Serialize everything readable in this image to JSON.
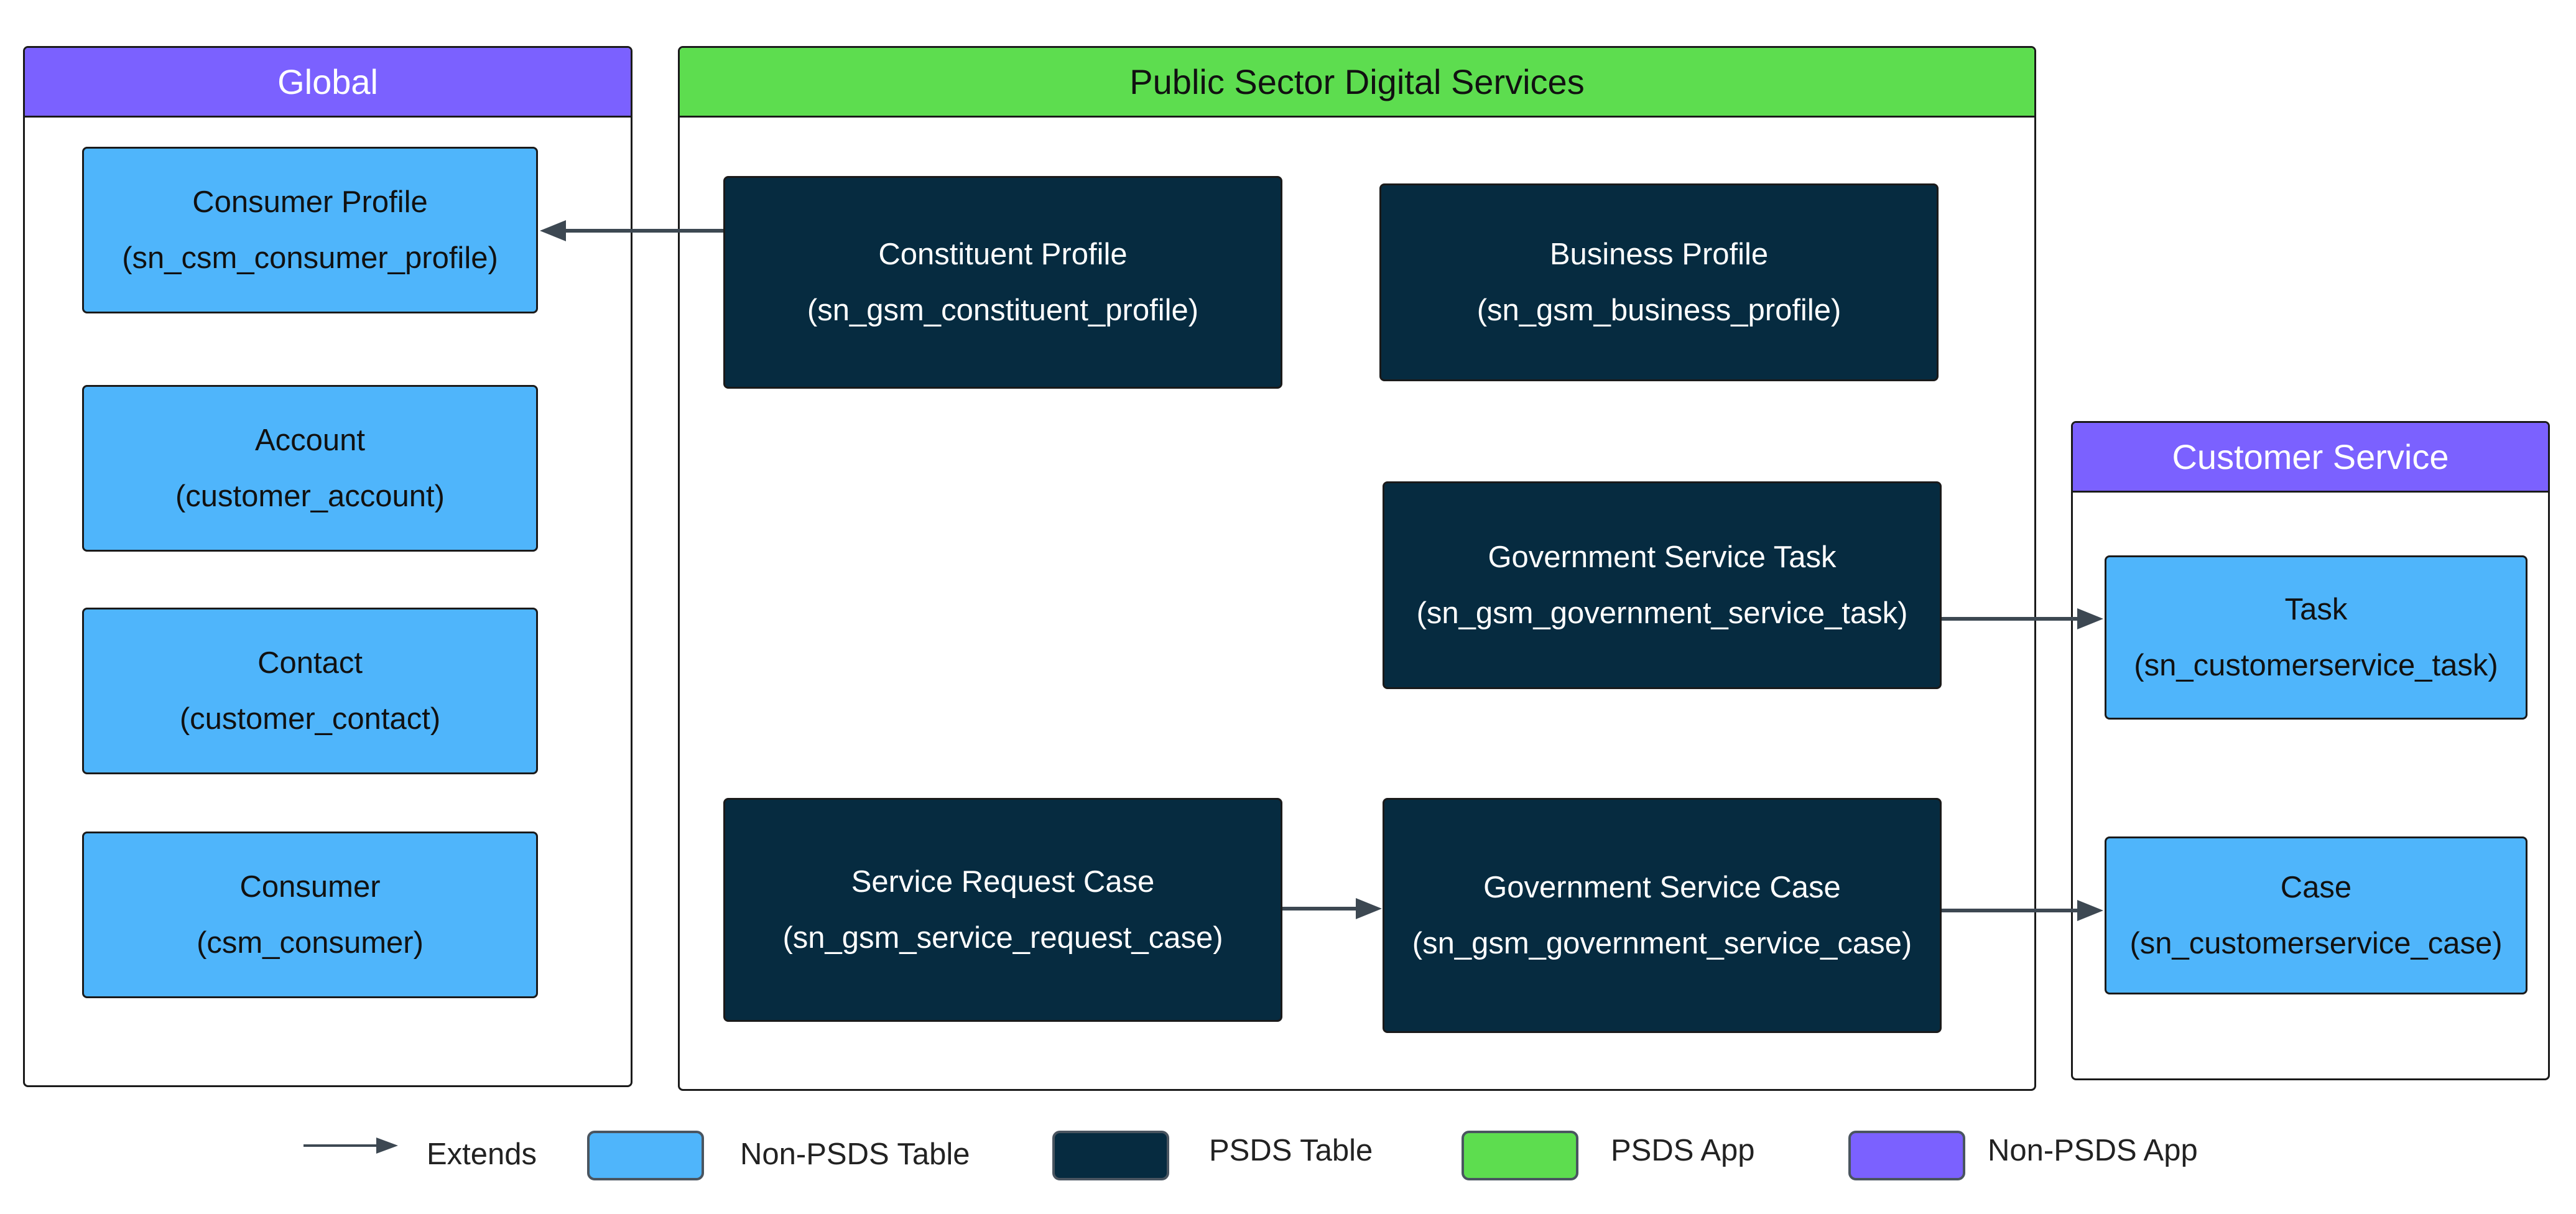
{
  "containers": {
    "global": {
      "title": "Global"
    },
    "psds": {
      "title": "Public Sector Digital Services"
    },
    "customer_service": {
      "title": "Customer Service"
    }
  },
  "global_tables": {
    "consumer_profile": {
      "name": "Consumer Profile",
      "table": "(sn_csm_consumer_profile)"
    },
    "account": {
      "name": "Account",
      "table": "(customer_account)"
    },
    "contact": {
      "name": "Contact",
      "table": "(customer_contact)"
    },
    "consumer": {
      "name": "Consumer",
      "table": "(csm_consumer)"
    }
  },
  "psds_tables": {
    "constituent_profile": {
      "name": "Constituent Profile",
      "table": "(sn_gsm_constituent_profile)"
    },
    "business_profile": {
      "name": "Business Profile",
      "table": "(sn_gsm_business_profile)"
    },
    "government_service_task": {
      "name": "Government Service Task",
      "table": "(sn_gsm_government_service_task)"
    },
    "service_request_case": {
      "name": "Service Request Case",
      "table": "(sn_gsm_service_request_case)"
    },
    "government_service_case": {
      "name": "Government Service Case",
      "table": "(sn_gsm_government_service_case)"
    }
  },
  "customer_service_tables": {
    "task": {
      "name": "Task",
      "table": "(sn_customerservice_task)"
    },
    "case": {
      "name": "Case",
      "table": "(sn_customerservice_case)"
    }
  },
  "legend": {
    "extends": "Extends",
    "non_psds_table": "Non-PSDS Table",
    "psds_table": "PSDS Table",
    "psds_app": "PSDS App",
    "non_psds_app": "Non-PSDS App"
  },
  "colors": {
    "non_psds_table": "#4fb5fb",
    "psds_table": "#062b40",
    "psds_app": "#5ddd4f",
    "non_psds_app": "#7b61ff",
    "arrow": "#3d4852"
  },
  "relationships": [
    {
      "from": "Constituent Profile",
      "to": "Consumer Profile",
      "label": "Extends"
    },
    {
      "from": "Government Service Task",
      "to": "Task",
      "label": "Extends"
    },
    {
      "from": "Service Request Case",
      "to": "Government Service Case",
      "label": "Extends"
    },
    {
      "from": "Government Service Case",
      "to": "Case",
      "label": "Extends"
    }
  ]
}
